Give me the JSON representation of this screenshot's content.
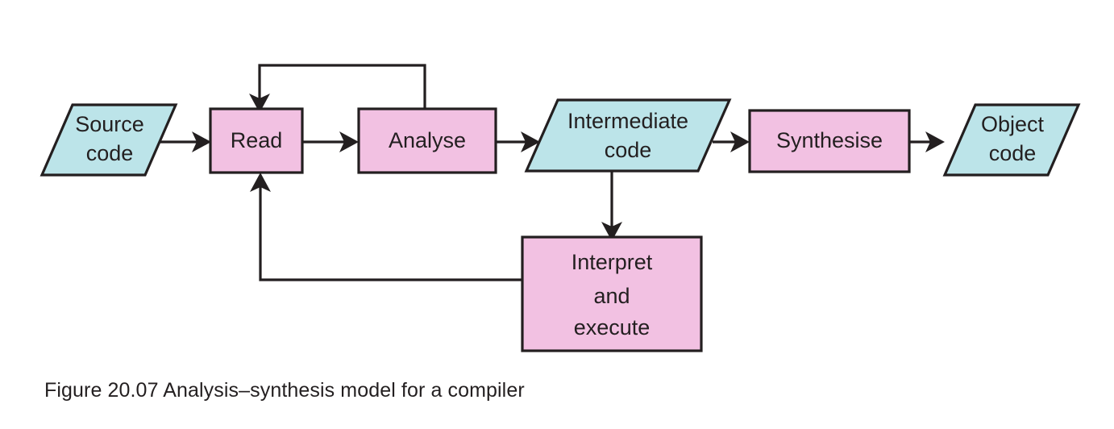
{
  "figure": {
    "caption": "Figure 20.07 Analysis–synthesis model for a compiler",
    "background_color": "#ffffff",
    "outline_color": "#231f20",
    "data_shape_color": "#bce4e9",
    "process_shape_color": "#f2c1e2"
  },
  "nodes": {
    "source_code": {
      "label_line1": "Source",
      "label_line2": "code",
      "shape": "parallelogram",
      "fill": "#bce4e9"
    },
    "read": {
      "label_line1": "Read",
      "shape": "rectangle",
      "fill": "#f2c1e2"
    },
    "analyse": {
      "label_line1": "Analyse",
      "shape": "rectangle",
      "fill": "#f2c1e2"
    },
    "intermediate_code": {
      "label_line1": "Intermediate",
      "label_line2": "code",
      "shape": "parallelogram",
      "fill": "#bce4e9"
    },
    "synthesise": {
      "label_line1": "Synthesise",
      "shape": "rectangle",
      "fill": "#f2c1e2"
    },
    "object_code": {
      "label_line1": "Object",
      "label_line2": "code",
      "shape": "parallelogram",
      "fill": "#bce4e9"
    },
    "interpret_and_execute": {
      "label_line1": "Interpret",
      "label_line2": "and",
      "label_line3": "execute",
      "shape": "rectangle",
      "fill": "#f2c1e2"
    }
  },
  "connections": [
    {
      "id": "source-to-read",
      "from": "source_code",
      "to": "read",
      "kind": "arrow"
    },
    {
      "id": "read-to-analyse",
      "from": "read",
      "to": "analyse",
      "kind": "arrow"
    },
    {
      "id": "analyse-to-intermediate",
      "from": "analyse",
      "to": "intermediate_code",
      "kind": "arrow"
    },
    {
      "id": "intermediate-to-synthesise",
      "from": "intermediate_code",
      "to": "synthesise",
      "kind": "arrow"
    },
    {
      "id": "synthesise-to-object",
      "from": "synthesise",
      "to": "object_code",
      "kind": "arrow"
    },
    {
      "id": "analyse-back-to-read",
      "from": "analyse",
      "to": "read",
      "kind": "feedback-top"
    },
    {
      "id": "intermediate-to-interpret",
      "from": "intermediate_code",
      "to": "interpret_and_execute",
      "kind": "arrow-down"
    },
    {
      "id": "interpret-back-to-read",
      "from": "interpret_and_execute",
      "to": "read",
      "kind": "feedback-bottom"
    }
  ]
}
